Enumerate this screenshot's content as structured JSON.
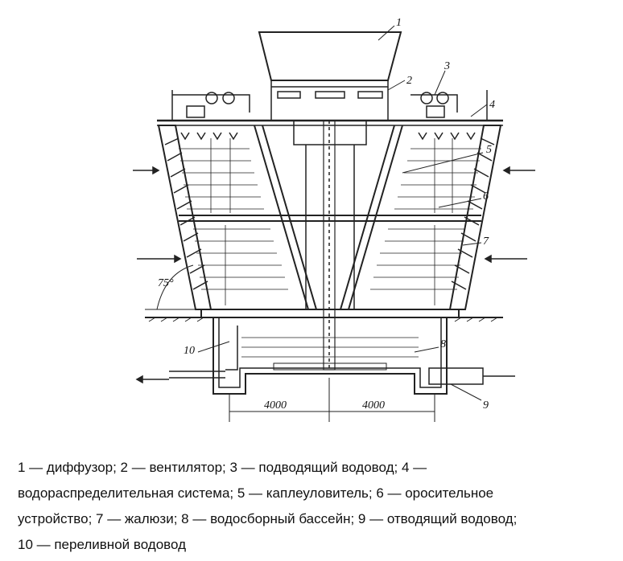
{
  "diagram": {
    "labels": [
      "1",
      "2",
      "3",
      "4",
      "5",
      "6",
      "7",
      "8",
      "9",
      "10"
    ],
    "angle": "75°",
    "dim_left": "4000",
    "dim_right": "4000"
  },
  "caption": {
    "lines": [
      "1 — диффузор; 2 — вентилятор; 3 — подводящий водовод; 4 —",
      "водораспределительная система; 5 — каплеуловитель; 6 — оросительное",
      "устройство; 7 — жалюзи; 8 — водосборный бассейн; 9 — отводящий водовод;",
      "10 — переливной водовод"
    ]
  }
}
